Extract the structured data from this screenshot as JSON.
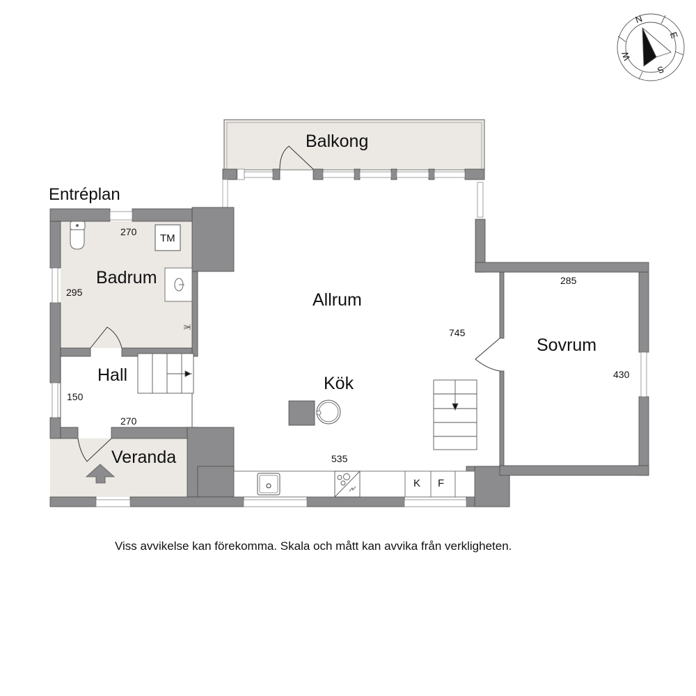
{
  "plan": {
    "title": "Entréplan",
    "disclaimer": "Viss avvikelse kan förekomma. Skala och mått kan avvika från verkligheten.",
    "colors": {
      "wall": "#8c8c8e",
      "wall_edge": "#4a4a4a",
      "wet_floor": "#ece8e4",
      "floor": "#ffffff",
      "outline": "#555555"
    }
  },
  "compass": {
    "icon": "compass-rose-icon",
    "letters": {
      "n": "N",
      "e": "E",
      "s": "S",
      "w": "W"
    }
  },
  "rooms": {
    "balkong": {
      "name": "Balkong"
    },
    "badrum": {
      "name": "Badrum",
      "width_dim": "270",
      "length_dim": "295"
    },
    "hall": {
      "name": "Hall",
      "width_dim": "270",
      "length_dim": "150"
    },
    "veranda": {
      "name": "Veranda"
    },
    "allrum": {
      "name": "Allrum",
      "length_dim": "745"
    },
    "kok": {
      "name": "Kök",
      "width_dim": "535"
    },
    "sovrum": {
      "name": "Sovrum",
      "width_dim": "285",
      "length_dim": "430"
    }
  },
  "appliances": {
    "washer": "TM",
    "fridge": "K",
    "freezer": "F"
  },
  "icons": {
    "toilet": "toilet-icon",
    "sink": "sink-icon",
    "shower": "shower-icon",
    "stove": "stove-icon",
    "kitchen_sink": "kitchen-sink-icon",
    "stairs": "stairs-icon",
    "entrance_arrow": "entrance-arrow-icon",
    "stove_fireplace": "fireplace-icon"
  }
}
